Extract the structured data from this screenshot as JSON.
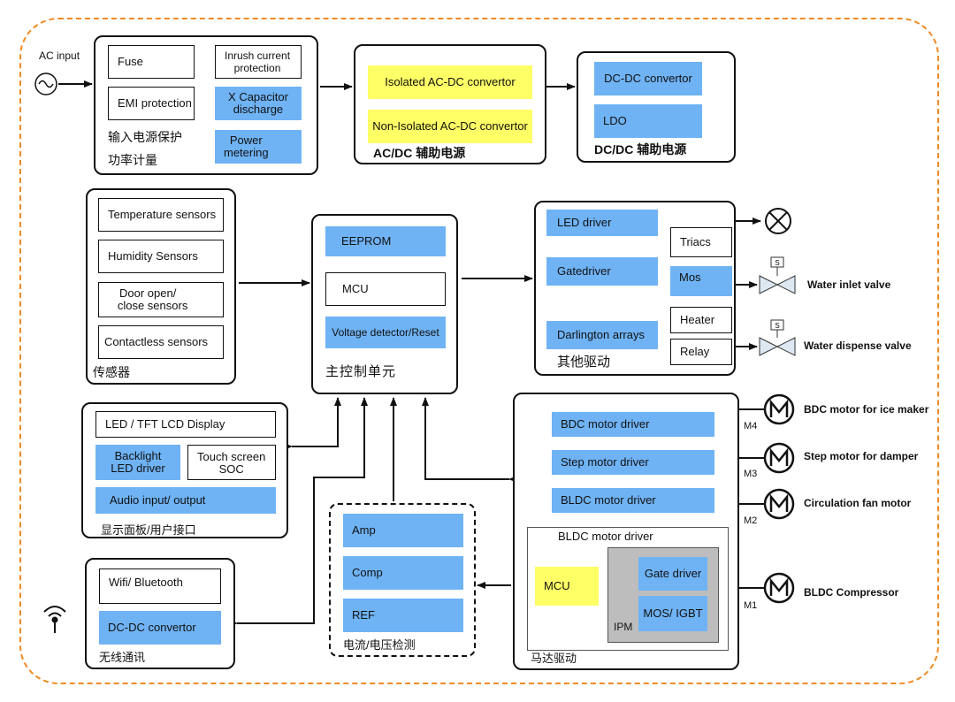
{
  "input": {
    "ac_label": "AC input"
  },
  "power_protect": {
    "items": [
      "Fuse",
      "Inrush current\nprotection",
      "EMI protection",
      "X Capacitor\ndischarge",
      "Power\nmetering"
    ],
    "title_line1": "输入电源保护",
    "title_line2": "功率计量"
  },
  "acdc": {
    "items": [
      "Isolated AC-DC convertor",
      "Non-Isolated AC-DC convertor"
    ],
    "title": "AC/DC 辅助电源"
  },
  "dcdc": {
    "items": [
      "DC-DC convertor",
      "LDO"
    ],
    "title": "DC/DC 辅助电源"
  },
  "sensors": {
    "items": [
      "Temperature sensors",
      "Humidity Sensors",
      "Door open/\n   close sensors",
      "Contactless sensors"
    ],
    "title": "传感器"
  },
  "mcu_unit": {
    "items": [
      "EEPROM",
      "MCU",
      "Voltage detector/Reset"
    ],
    "title": "主控制单元"
  },
  "other_drive": {
    "items": [
      "LED driver",
      "Triacs",
      "Gatedriver",
      "Mos",
      "Heater",
      "Darlington arrays",
      "Relay"
    ],
    "title": "其他驱动",
    "loads": [
      "Water inlet valve",
      "Water dispense valve"
    ]
  },
  "display": {
    "items": [
      "LED / TFT  LCD  Display",
      "Backlight\nLED driver",
      "Touch screen\nSOC",
      "Audio input/ output"
    ],
    "title": "显示面板/用户接口"
  },
  "sensing": {
    "items": [
      "Amp",
      "Comp",
      "REF"
    ],
    "title": "电流/电压检测"
  },
  "motor_drive": {
    "items": [
      "BDC motor driver",
      "Step motor driver",
      "BLDC motor driver"
    ],
    "bldc_inner": {
      "title": "BLDC motor driver",
      "mcu": "MCU",
      "gate": "Gate driver",
      "mos": "MOS/ IGBT",
      "ipm": "IPM"
    },
    "title": "马达驱动"
  },
  "motors": [
    {
      "tag": "M4",
      "name": "BDC motor for ice maker"
    },
    {
      "tag": "M3",
      "name": "Step motor for damper"
    },
    {
      "tag": "M2",
      "name": "Circulation fan motor"
    },
    {
      "tag": "M1",
      "name": "BLDC Compressor"
    }
  ],
  "wireless": {
    "items": [
      "Wifi/ Bluetooth",
      "DC-DC convertor"
    ],
    "title": "无线通讯"
  },
  "colors": {
    "blue": "#6fb3f5",
    "yellow": "#ffff66",
    "border_orange": "#f08a24",
    "ipm_gray": "#bdbdbd"
  }
}
